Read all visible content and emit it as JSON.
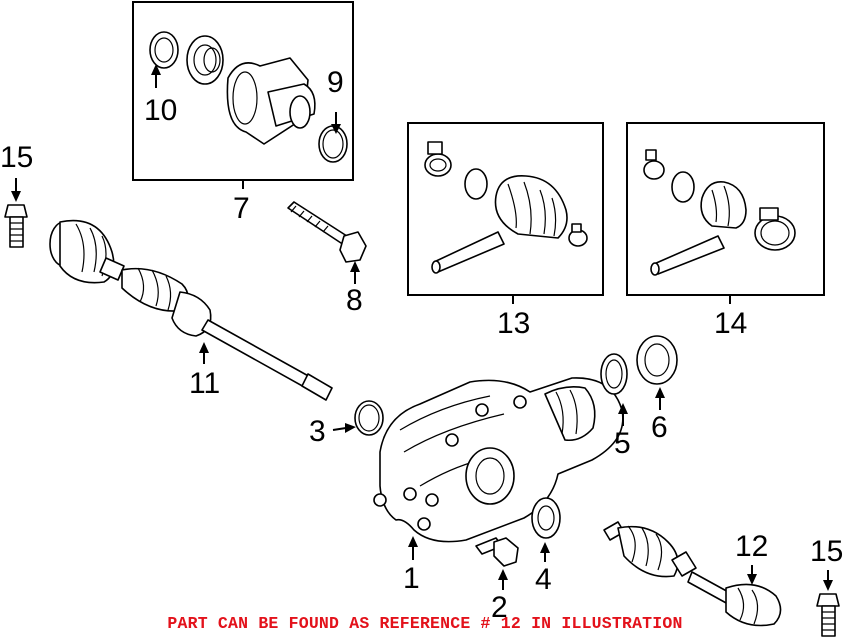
{
  "callouts": {
    "c1": "1",
    "c2": "2",
    "c3": "3",
    "c4": "4",
    "c5": "5",
    "c6": "6",
    "c7": "7",
    "c8": "8",
    "c9": "9",
    "c10": "10",
    "c11": "11",
    "c12": "12",
    "c13": "13",
    "c14": "14",
    "c15a": "15",
    "c15b": "15"
  },
  "footer": "PART CAN BE FOUND AS REFERENCE # 12 IN ILLUSTRATION",
  "colors": {
    "footer_text": "#e3121b",
    "line": "#000000",
    "background": "#ffffff"
  }
}
